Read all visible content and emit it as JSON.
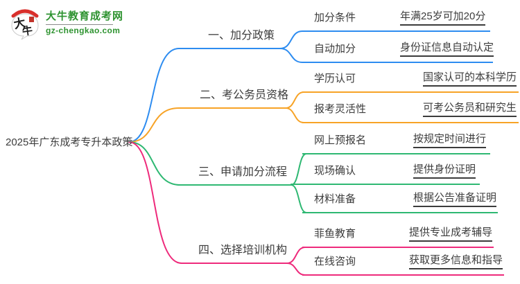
{
  "logo": {
    "icon_text": "大牛",
    "title": "大牛教育成考网",
    "domain": "gz-chengkao.com"
  },
  "root": {
    "label": "2025年广东成考专升本政策"
  },
  "colors": {
    "branch_1": "#2d8cf0",
    "branch_2": "#f7a326",
    "branch_3": "#2eb872",
    "branch_4": "#ee2a7b",
    "leaf_underline": "#3b3b3b",
    "node_text": "#3c3c3c",
    "logo_green": "#2e9330",
    "logo_red": "#d9302c"
  },
  "branches": [
    {
      "label": "一、加分政策",
      "color": "#2d8cf0",
      "children": [
        {
          "keyword": "加分条件",
          "value": "年满25岁可加20分"
        },
        {
          "keyword": "自动加分",
          "value": "身份证信息自动认定"
        }
      ]
    },
    {
      "label": "二、考公务员资格",
      "color": "#f7a326",
      "children": [
        {
          "keyword": "学历认可",
          "value": "国家认可的本科学历"
        },
        {
          "keyword": "报考灵活性",
          "value": "可考公务员和研究生"
        }
      ]
    },
    {
      "label": "三、申请加分流程",
      "color": "#2eb872",
      "children": [
        {
          "keyword": "网上预报名",
          "value": "按规定时间进行"
        },
        {
          "keyword": "现场确认",
          "value": "提供身份证明"
        },
        {
          "keyword": "材料准备",
          "value": "根据公告准备证明"
        }
      ]
    },
    {
      "label": "四、选择培训机构",
      "color": "#ee2a7b",
      "children": [
        {
          "keyword": "菲鱼教育",
          "value": "提供专业成考辅导"
        },
        {
          "keyword": "在线咨询",
          "value": "获取更多信息和指导"
        }
      ]
    }
  ]
}
